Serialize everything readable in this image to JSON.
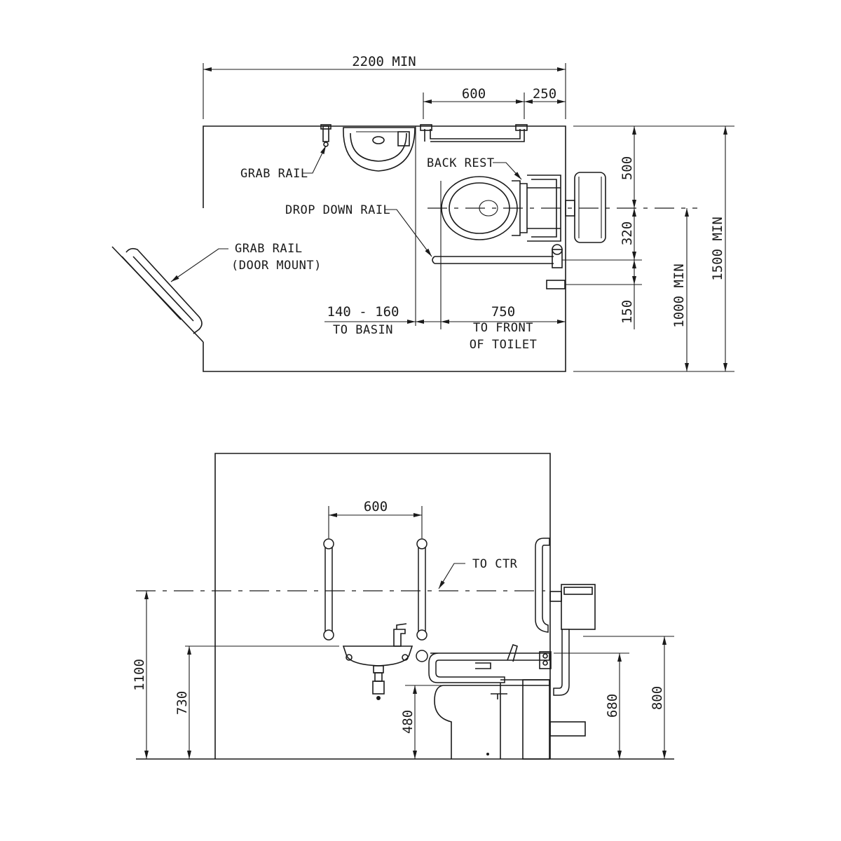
{
  "plan": {
    "dims": {
      "overall_width": "2200 MIN",
      "rail_span": "600",
      "rail_offset": "250",
      "back_to_center": "500",
      "center_to_rail": "320",
      "rail_to_lower": "150",
      "center_to_front": "1000 MIN",
      "overall_depth": "1500 MIN",
      "basin_gap": "140 - 160",
      "basin_gap_note": "TO BASIN",
      "toilet_front": "750",
      "toilet_front_note_1": "TO FRONT",
      "toilet_front_note_2": "OF TOILET"
    },
    "labels": {
      "grab_rail": "GRAB RAIL",
      "back_rest": "BACK REST",
      "drop_down_rail": "DROP DOWN RAIL",
      "grab_rail_door_1": "GRAB RAIL",
      "grab_rail_door_2": "(DOOR MOUNT)"
    }
  },
  "elevation": {
    "dims": {
      "rail_span": "600",
      "center_height": "1100",
      "basin_height": "730",
      "seat_height": "480",
      "drop_rail_height": "680",
      "cistern_height": "800"
    },
    "labels": {
      "to_ctr": "TO CTR"
    }
  }
}
